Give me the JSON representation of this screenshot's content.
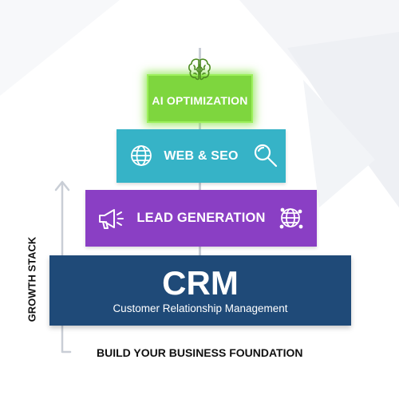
{
  "pyramid": {
    "tiers": [
      {
        "id": "ai",
        "label": "AI OPTIMIZATION",
        "color": "#7ed63e",
        "icons": [
          "brain-icon"
        ]
      },
      {
        "id": "web",
        "label": "WEB & SEO",
        "color": "#36b3c7",
        "icons": [
          "globe-icon",
          "magnifier-icon"
        ]
      },
      {
        "id": "lead",
        "label": "LEAD GENERATION",
        "color": "#8a3fc4",
        "icons": [
          "megaphone-icon",
          "network-globe-icon"
        ]
      },
      {
        "id": "crm",
        "title": "CRM",
        "subtitle": "Customer Relationship Management",
        "color": "#1f4a78"
      }
    ]
  },
  "axis": {
    "label": "GROWTH STACK",
    "icons": [
      "up-arrow-icon"
    ]
  },
  "footer": {
    "label": "BUILD YOUR BUSINESS FOUNDATION"
  },
  "colors": {
    "connector": "#c9ced6",
    "text_dark": "#111111",
    "background_deco": "#f1f3f6"
  }
}
